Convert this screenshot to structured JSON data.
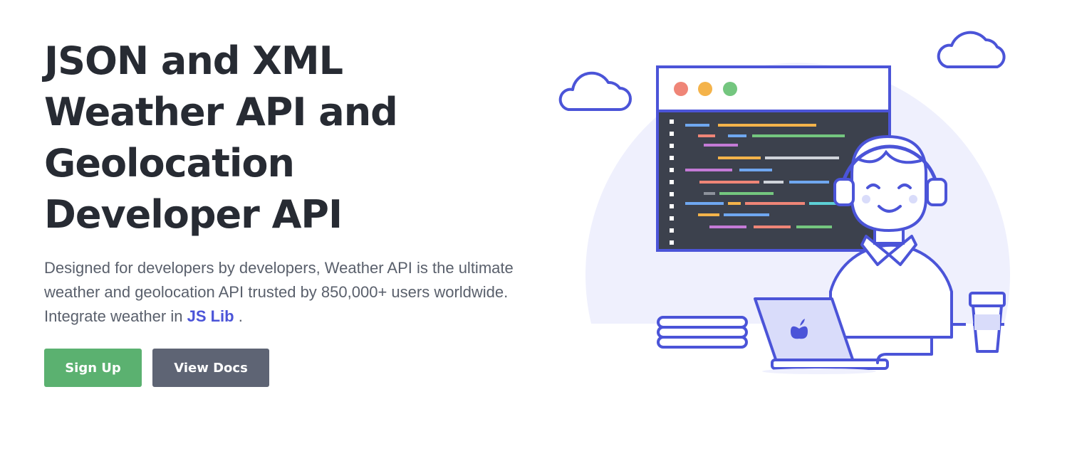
{
  "hero": {
    "title_lines": [
      "JSON and XML",
      "Weather API and",
      "Geolocation",
      "Developer API"
    ],
    "description_before": "Designed for developers by developers, Weather API is the ultimate weather and geolocation API trusted by 850,000+ users worldwide. Integrate weather in ",
    "description_link": "JS Lib",
    "description_after": " ."
  },
  "buttons": {
    "signup_label": "Sign Up",
    "docs_label": "View Docs"
  },
  "colors": {
    "title": "#272b33",
    "text": "#5a606c",
    "link": "#4b54d8",
    "signup": "#5bb170",
    "docs": "#5e6474",
    "illustration_stroke": "#4b54d8",
    "illustration_bg": "#eff0fd"
  },
  "illustration": {
    "icon": "developer-with-headphones-illustration"
  }
}
